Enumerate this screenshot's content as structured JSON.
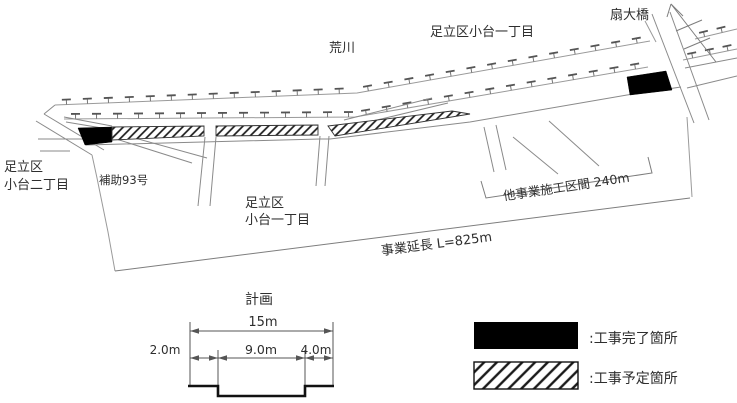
{
  "plan": {
    "river": "荒川",
    "district_top": "足立区小台一丁目",
    "bridge": "扇大橋",
    "district_left1": "足立区",
    "district_left2": "小台二丁目",
    "road93": "補助93号",
    "district_mid1": "足立区",
    "district_mid2": "小台一丁目",
    "other_section": "他事業施工区間 240m",
    "length": "事業延長 L=825m"
  },
  "section": {
    "title": "計画",
    "total": "15m",
    "left": "2.0m",
    "center": "9.0m",
    "right": "4.0m"
  },
  "legend": {
    "completed": ":工事完了箇所",
    "planned": ":工事予定箇所",
    "completed_color": "#000000",
    "planned_pattern": "diagonal-hatch",
    "line_color": "#8a8a8a",
    "text_color": "#2e2e2e"
  }
}
